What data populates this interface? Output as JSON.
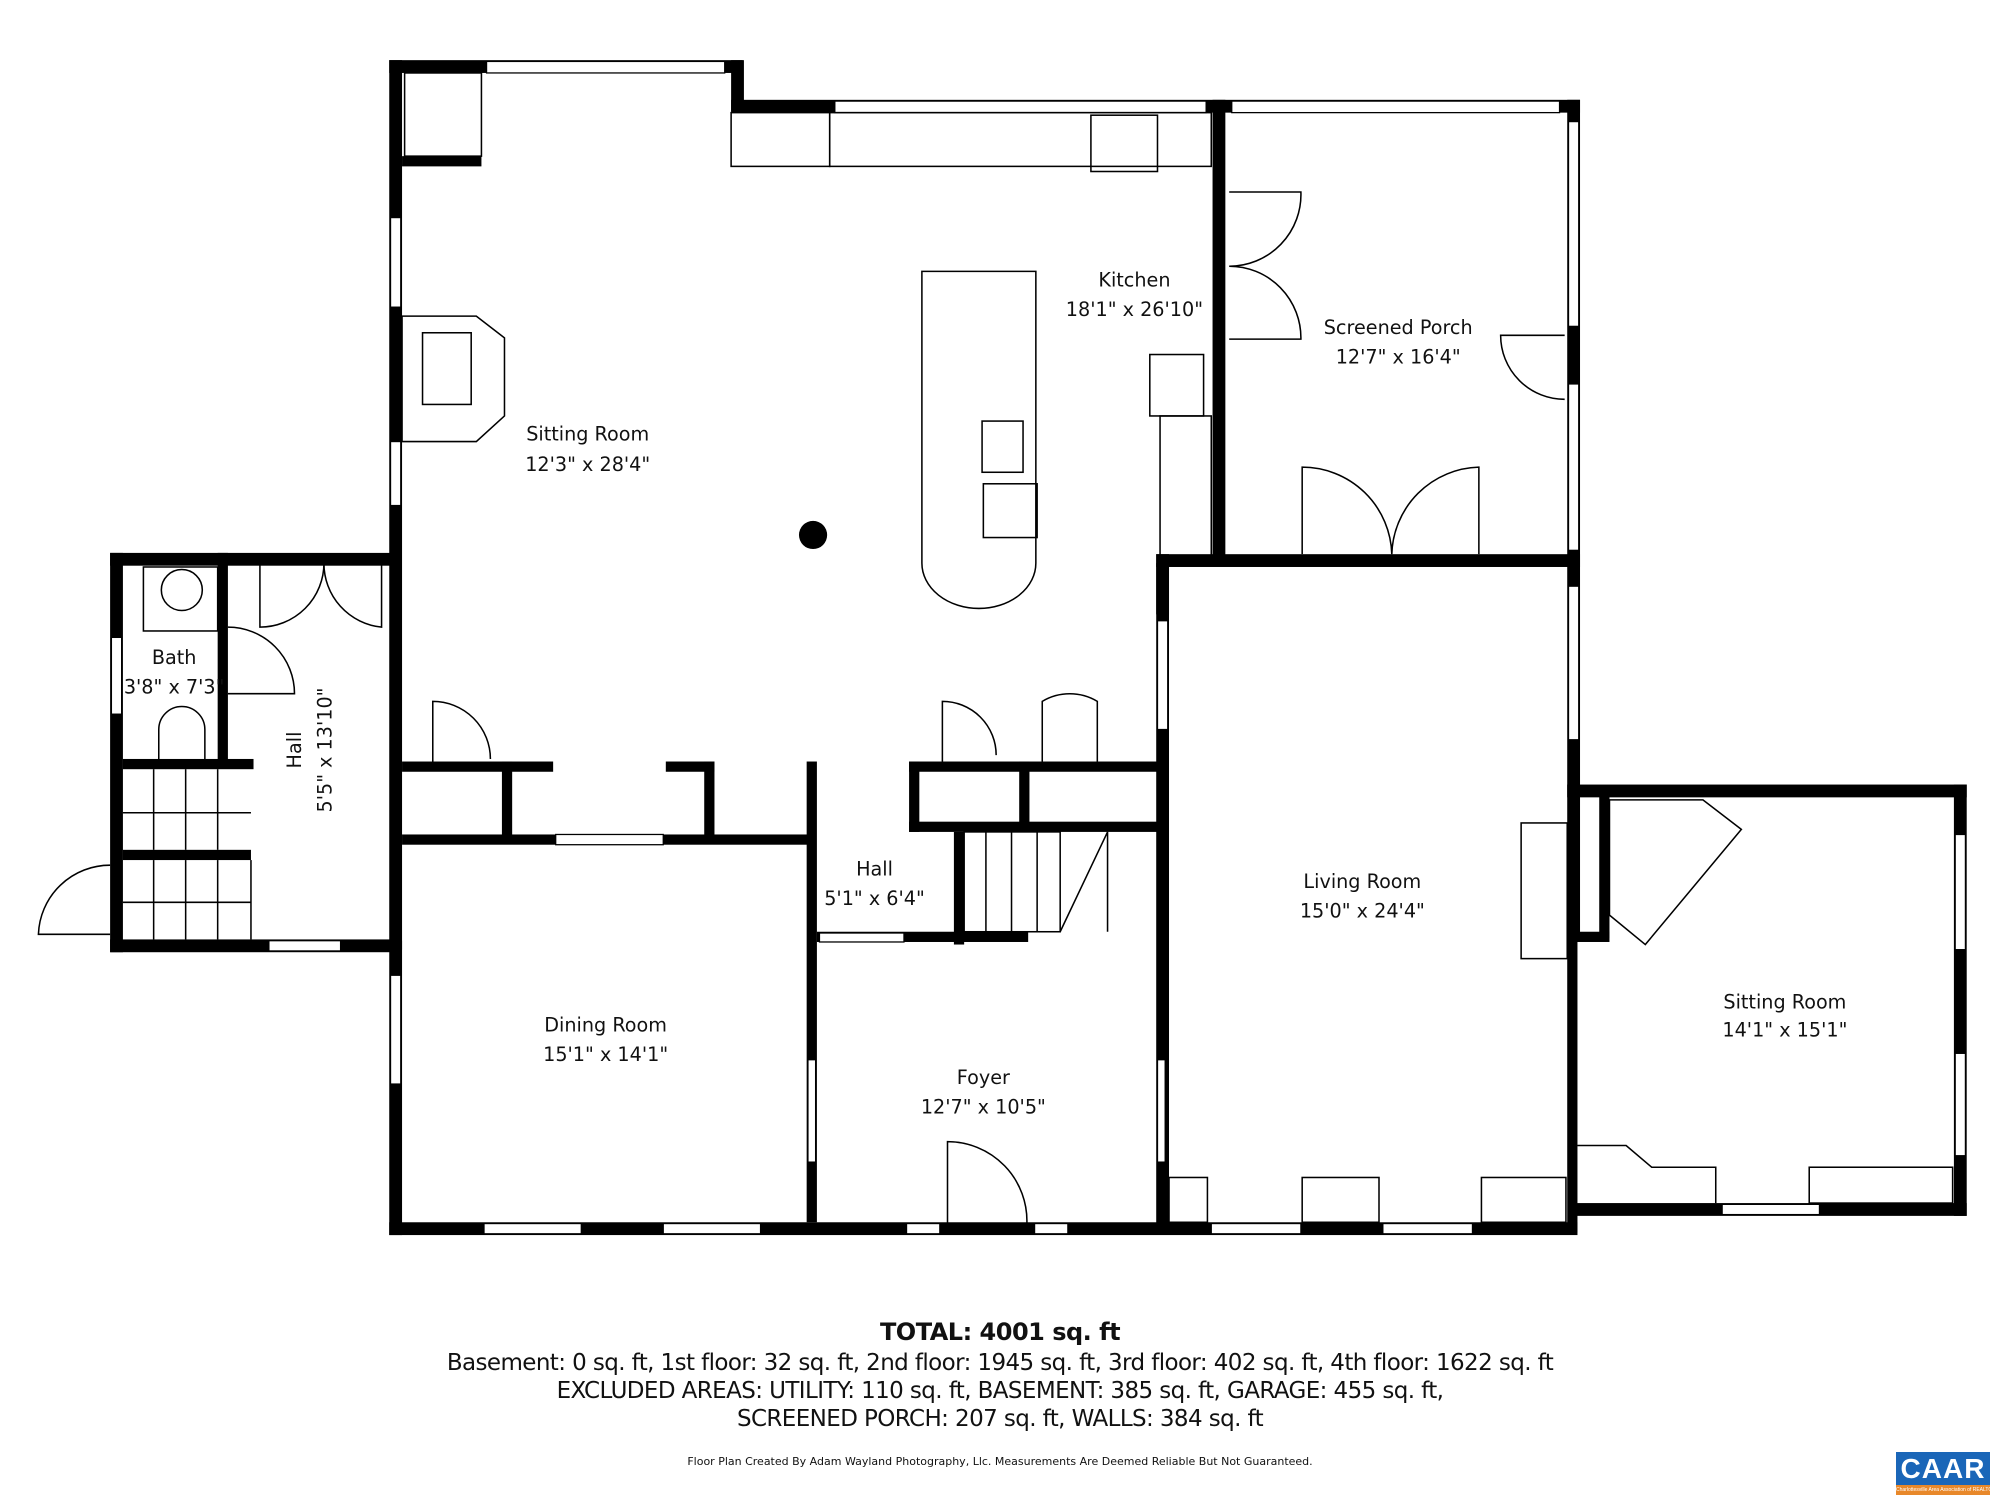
{
  "rooms": {
    "sitting_room_main": {
      "name": "Sitting Room",
      "dims": "12'3\" x 28'4\""
    },
    "kitchen": {
      "name": "Kitchen",
      "dims": "18'1\" x 26'10\""
    },
    "screened_porch": {
      "name": "Screened Porch",
      "dims": "12'7\" x 16'4\""
    },
    "bath": {
      "name": "Bath",
      "dims": "3'8\" x 7'3\""
    },
    "hall_left": {
      "name": "Hall",
      "dims": "5'5\" x 13'10\""
    },
    "hall_center": {
      "name": "Hall",
      "dims": "5'1\" x 6'4\""
    },
    "living_room": {
      "name": "Living Room",
      "dims": "15'0\" x 24'4\""
    },
    "sitting_room_right": {
      "name": "Sitting Room",
      "dims": "14'1\" x 15'1\""
    },
    "dining_room": {
      "name": "Dining Room",
      "dims": "15'1\" x 14'1\""
    },
    "foyer": {
      "name": "Foyer",
      "dims": "12'7\" x 10'5\""
    }
  },
  "summary": {
    "total": "TOTAL: 4001 sq. ft",
    "floors": "Basement: 0 sq. ft, 1st floor: 32 sq. ft, 2nd floor: 1945 sq. ft, 3rd floor: 402 sq. ft, 4th floor: 1622 sq. ft",
    "excluded_1": "EXCLUDED AREAS: UTILITY: 110 sq. ft, BASEMENT: 385 sq. ft, GARAGE: 455 sq. ft,",
    "excluded_2": "SCREENED PORCH: 207 sq. ft, WALLS: 384 sq. ft"
  },
  "credit": "Floor Plan Created By Adam Wayland Photography, Llc. Measurements Are Deemed Reliable But Not Guaranteed.",
  "logo": {
    "text": "CAAR",
    "subtext": "Charlottesville Area Association of REALTORS®",
    "brand_color": "#1a66b8",
    "accent_color": "#e8882a"
  }
}
